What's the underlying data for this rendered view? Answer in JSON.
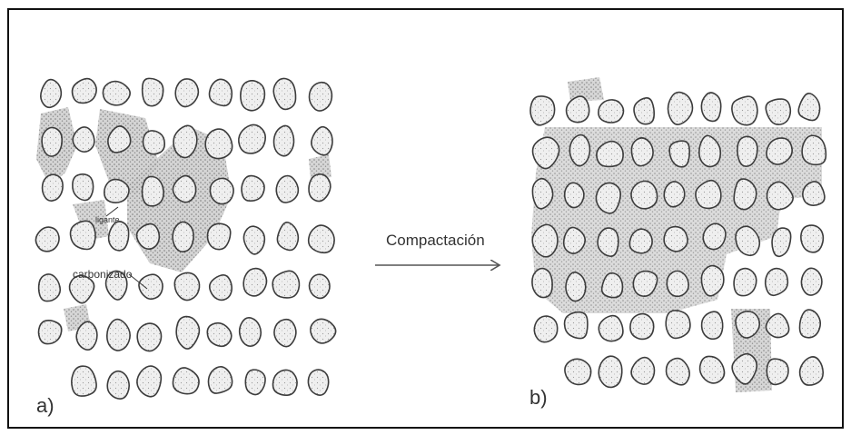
{
  "panel_a": {
    "tag": "a)",
    "labels": {
      "binder": "ligante",
      "carbonized": "carbonizado"
    }
  },
  "panel_b": {
    "tag": "b)"
  },
  "process_label": "Compactación",
  "colors": {
    "frame": "#111111",
    "grain_fill": "#ededed",
    "grain_stroke": "#3c3c3c",
    "binder": "#bdbdbd",
    "arrow": "#555555"
  }
}
